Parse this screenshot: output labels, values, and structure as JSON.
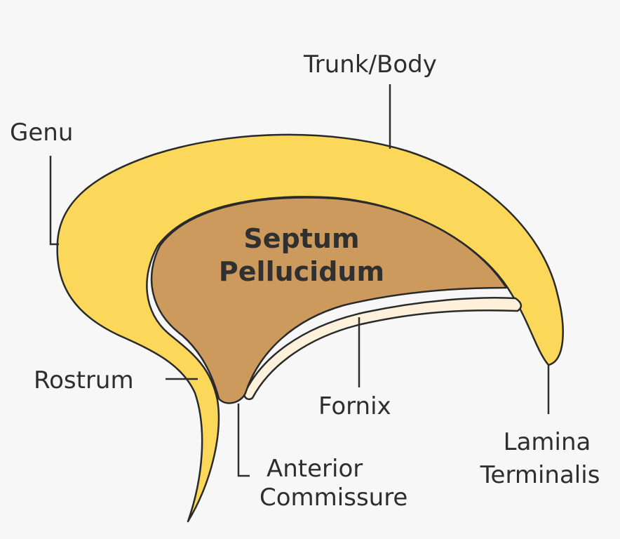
{
  "labels": {
    "trunk_body": "Trunk/Body",
    "genu": "Genu",
    "rostrum": "Rostrum",
    "septum_line1": "Septum",
    "septum_line2": "Pellucidum",
    "fornix": "Fornix",
    "anterior_line1": "Anterior",
    "anterior_line2": "Commissure",
    "lamina_line1": "Lamina",
    "lamina_line2": "Terminalis"
  },
  "colors": {
    "background": "#f7f7f7",
    "corpus_callosum": "#fbd85a",
    "septum_pellucidum": "#cd9a5e",
    "fornix": "#fdf1dc",
    "outline": "#2a2a2a",
    "text": "#2e2e2e"
  }
}
